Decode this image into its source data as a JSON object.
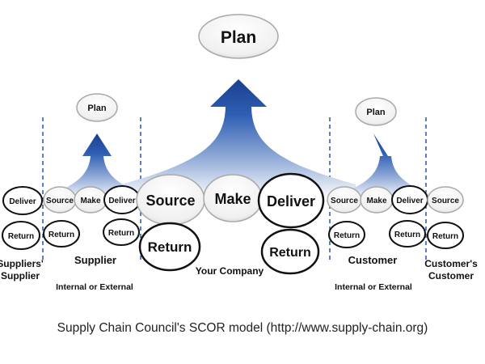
{
  "diagram": {
    "plan": "Plan",
    "source": "Source",
    "make": "Make",
    "deliver": "Deliver",
    "return": "Return",
    "entities": {
      "suppliers_supplier_line1": "Suppliers'",
      "suppliers_supplier_line2": "Supplier",
      "supplier": "Supplier",
      "supplier_sub": "Internal or External",
      "your_company": "Your Company",
      "customer": "Customer",
      "customer_sub": "Internal or External",
      "customers_customer_line1": "Customer's",
      "customers_customer_line2": "Customer"
    }
  },
  "caption": "Supply Chain Council's SCOR model (http://www.supply-chain.org)"
}
